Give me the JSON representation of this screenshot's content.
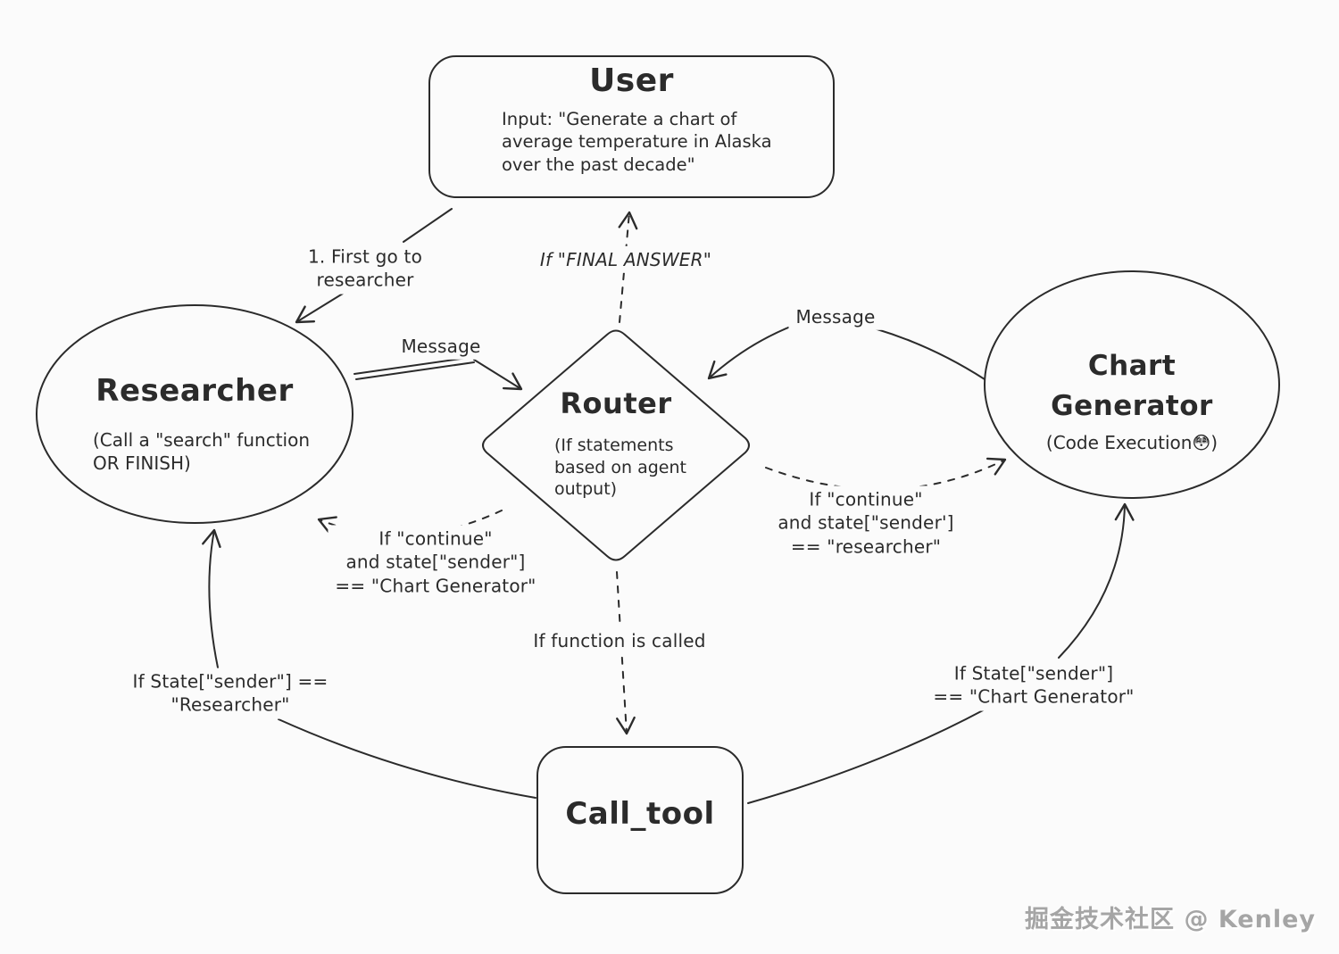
{
  "diagram": {
    "background_color": "#fbfbfb",
    "stroke_color": "#2b2b2b",
    "nodes": {
      "user": {
        "title": "User",
        "body": "Input: \"Generate a chart of\naverage temperature in Alaska\nover the past decade\""
      },
      "researcher": {
        "title": "Researcher",
        "subtitle": "(Call a \"search\" function\nOR FINISH)"
      },
      "router": {
        "title": "Router",
        "subtitle": "(If statements\nbased on agent\noutput)"
      },
      "chart_generator": {
        "title": "Chart\nGenerator",
        "subtitle": "(Code Execution😳)"
      },
      "call_tool": {
        "title": "Call_tool"
      }
    },
    "edge_labels": {
      "first_go": "1. First go to\nresearcher",
      "final_answer": "If \"FINAL ANSWER\"",
      "message_left": "Message",
      "message_right": "Message",
      "continue_chart_generator": "If \"continue\"\nand state[\"sender\"]\n== \"Chart Generator\"",
      "continue_researcher": "If \"continue\"\nand state[\"sender']\n== \"researcher\"",
      "function_called": "If function is called",
      "sender_researcher": "If State[\"sender\"] ==\n\"Researcher\"",
      "sender_chart_generator": "If State[\"sender\"]\n== \"Chart Generator\""
    },
    "watermark": "掘金技术社区 @ Kenley"
  }
}
